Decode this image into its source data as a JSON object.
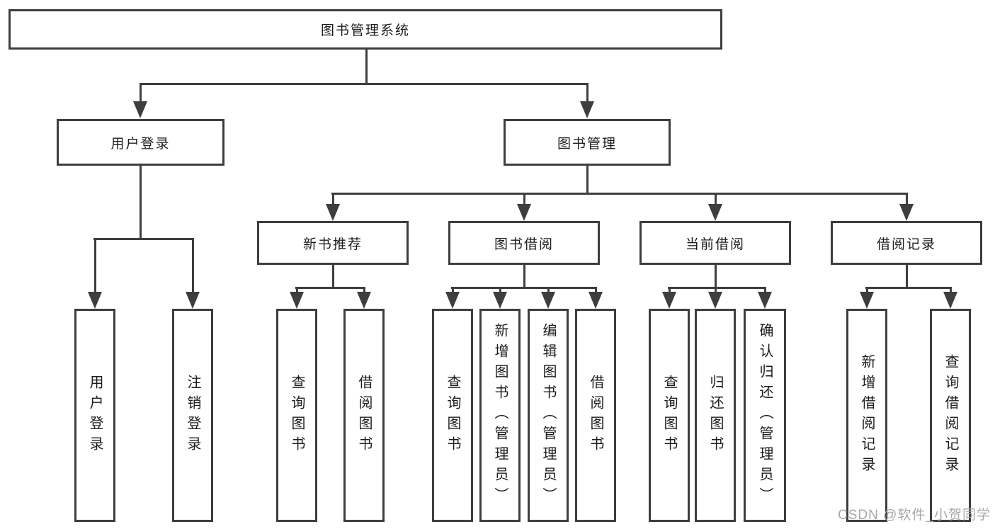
{
  "diagram": {
    "root": {
      "label": "图书管理系统"
    },
    "branches": [
      {
        "label": "用户登录",
        "children": [
          {
            "label": "用户登录"
          },
          {
            "label": "注销登录"
          }
        ]
      },
      {
        "label": "图书管理",
        "children": [
          {
            "label": "新书推荐",
            "children": [
              {
                "label": "查询图书"
              },
              {
                "label": "借阅图书"
              }
            ]
          },
          {
            "label": "图书借阅",
            "children": [
              {
                "label": "查询图书"
              },
              {
                "label": "新增图书（管理员）"
              },
              {
                "label": "编辑图书（管理员）"
              },
              {
                "label": "借阅图书"
              }
            ]
          },
          {
            "label": "当前借阅",
            "children": [
              {
                "label": "查询图书"
              },
              {
                "label": "归还图书"
              },
              {
                "label": "确认归还（管理员）"
              }
            ]
          },
          {
            "label": "借阅记录",
            "children": [
              {
                "label": "新增借阅记录"
              },
              {
                "label": "查询借阅记录"
              }
            ]
          }
        ]
      }
    ]
  },
  "watermark": {
    "text": "CSDN @软件_小贺同学"
  },
  "colors": {
    "line": "#3e3e3e",
    "text": "#1c1c1c",
    "background": "#ffffff",
    "watermark": "#a8a8a8"
  }
}
